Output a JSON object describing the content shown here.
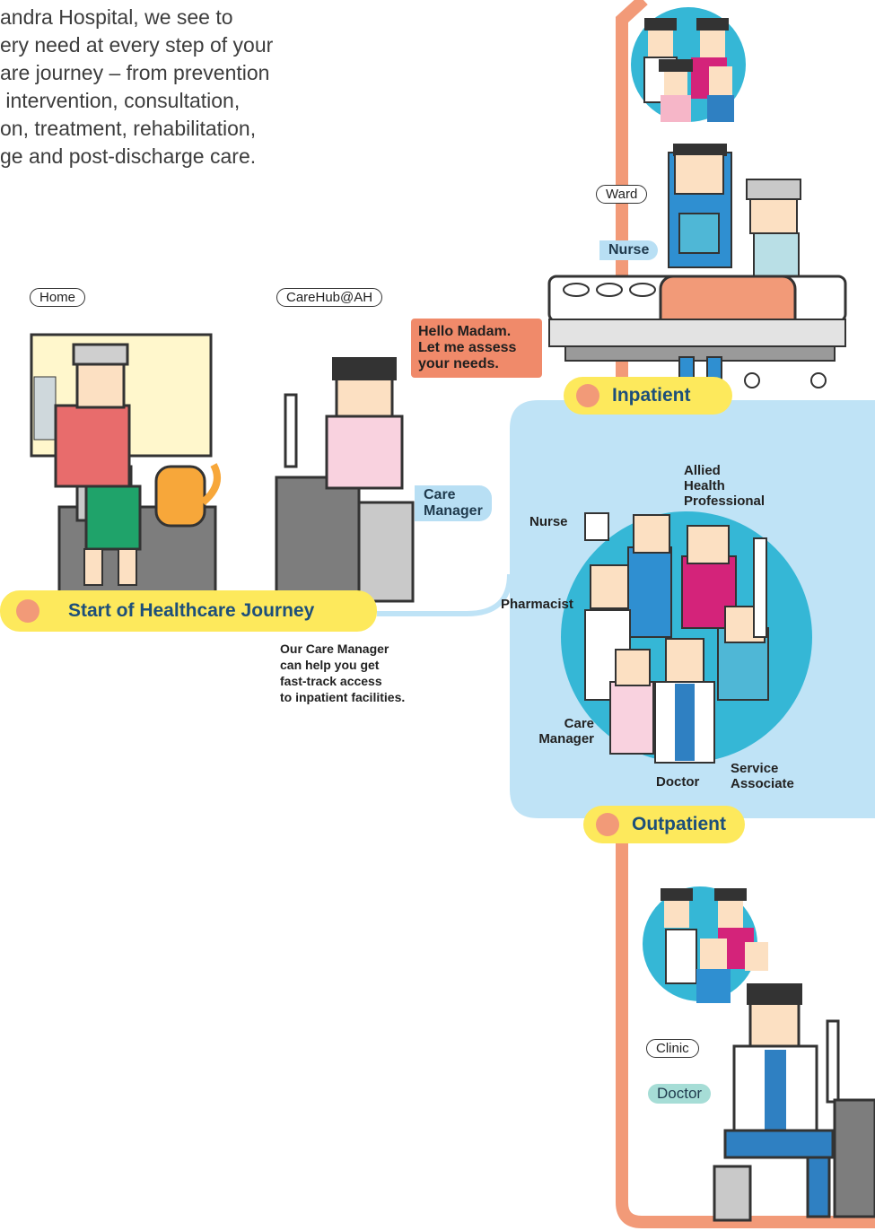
{
  "intro": {
    "lines": [
      "andra Hospital, we see to",
      "ery need at every step of your",
      "are journey – from prevention",
      " intervention, consultation,",
      "on, treatment, rehabilitation,",
      "ge and post-discharge care."
    ]
  },
  "home": {
    "location": "Home"
  },
  "carehub": {
    "location": "CareHub@AH",
    "speech": [
      "Hello Madam.",
      "Let me assess",
      "your needs."
    ],
    "role": [
      "Care",
      "Manager"
    ]
  },
  "start": {
    "label": "Start of Healthcare Journey",
    "note": [
      "Our Care Manager",
      "can help you get",
      "fast-track access",
      "to inpatient facilities."
    ]
  },
  "inpatient": {
    "location": "Ward",
    "role": "Nurse",
    "stage": "Inpatient"
  },
  "outpatient": {
    "stage": "Outpatient",
    "team": {
      "nurse": "Nurse",
      "allied": [
        "Allied",
        "Health",
        "Professional"
      ],
      "pharmacist": "Pharmacist",
      "care_manager": [
        "Care",
        "Manager"
      ],
      "doctor": "Doctor",
      "service": [
        "Service",
        "Associate"
      ]
    }
  },
  "clinic": {
    "location": "Clinic",
    "role": "Doctor"
  },
  "colors": {
    "path_orange": "#f29a78",
    "panel_blue": "#bfe3f6",
    "stage_yellow": "#fde95c",
    "stage_text": "#1d4f7a",
    "circle_teal": "#35b7d6"
  }
}
